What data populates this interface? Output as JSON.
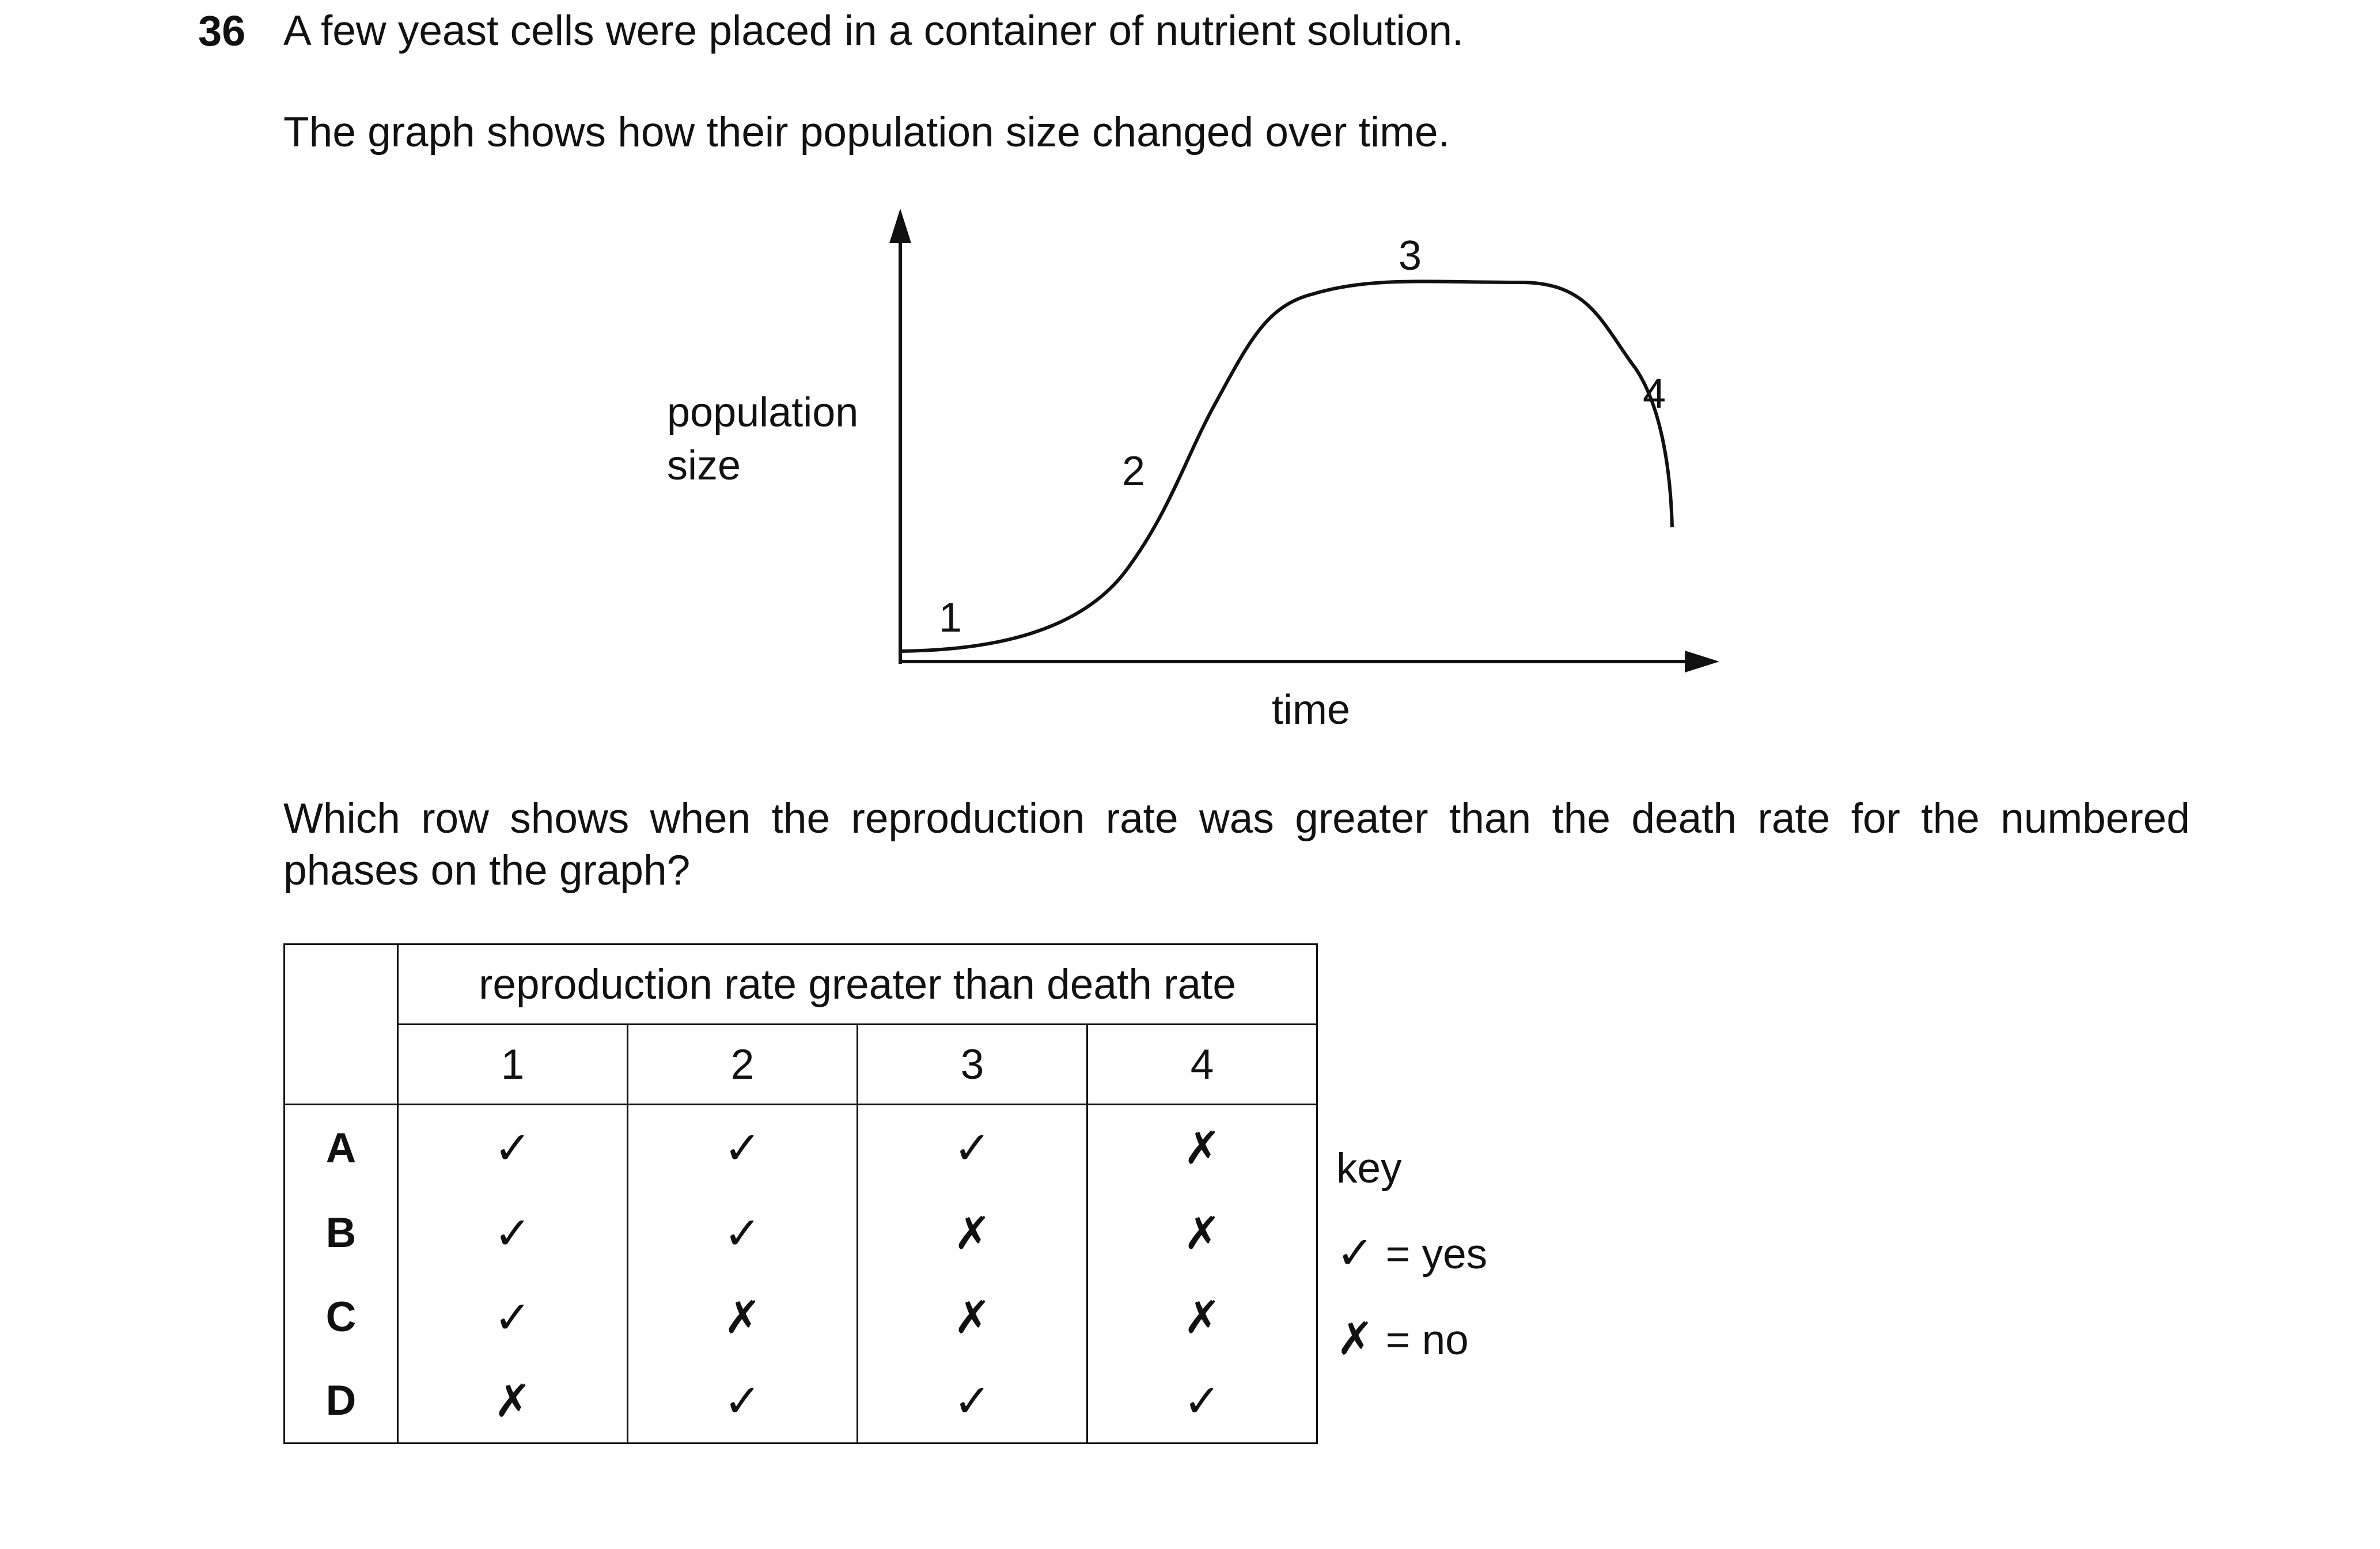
{
  "question": {
    "number": "36",
    "intro": "A few yeast cells were placed in a container of nutrient solution.",
    "graph_caption": "The graph shows how their population size changed over time.",
    "prompt_line1": "Which row shows when the reproduction rate was greater than the death rate for the numbered",
    "prompt_line2": "phases on the graph?"
  },
  "chart_data": {
    "type": "line",
    "ylabel_line1": "population",
    "ylabel_line2": "size",
    "xlabel": "time",
    "phase_labels": [
      "1",
      "2",
      "3",
      "4"
    ],
    "axis_numbers_shown": false
  },
  "table": {
    "group_header": "reproduction rate greater than death rate",
    "columns": [
      "1",
      "2",
      "3",
      "4"
    ],
    "rows": [
      {
        "label": "A",
        "cells": [
          "✓",
          "✓",
          "✓",
          "✗"
        ]
      },
      {
        "label": "B",
        "cells": [
          "✓",
          "✓",
          "✗",
          "✗"
        ]
      },
      {
        "label": "C",
        "cells": [
          "✓",
          "✗",
          "✗",
          "✗"
        ]
      },
      {
        "label": "D",
        "cells": [
          "✗",
          "✓",
          "✓",
          "✓"
        ]
      }
    ]
  },
  "key": {
    "title": "key",
    "yes_symbol": "✓",
    "yes_text": "= yes",
    "no_symbol": "✗",
    "no_text": "= no"
  }
}
